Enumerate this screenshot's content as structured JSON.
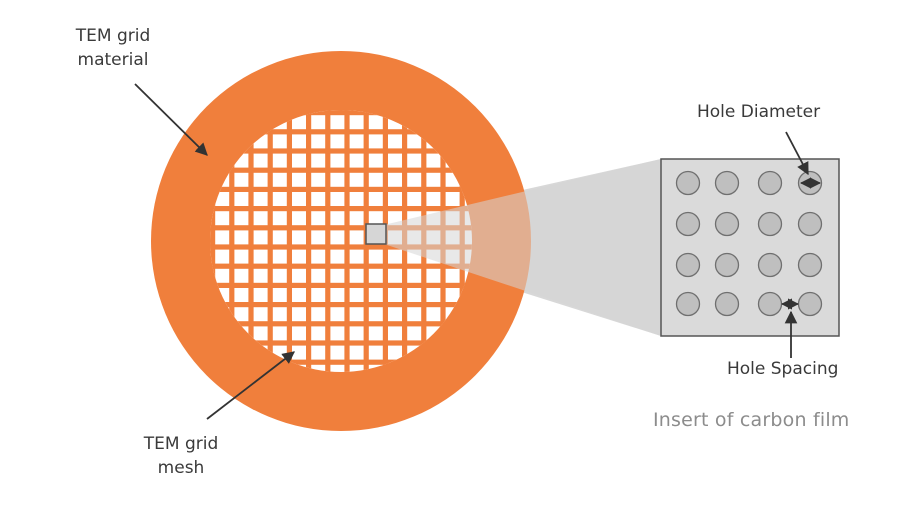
{
  "labels": {
    "grid_material": "TEM grid material",
    "grid_material_line1": "TEM grid",
    "grid_material_line2": "material",
    "grid_mesh_line1": "TEM grid",
    "grid_mesh_line2": "mesh",
    "hole_diameter": "Hole Diameter",
    "hole_spacing": "Hole Spacing",
    "insert_caption": "Insert of carbon film"
  },
  "colors": {
    "background": "#ffffff",
    "grid_ring": "#f07f3c",
    "grid_mesh": "#f07f3c",
    "mesh_windows": "#ffffff",
    "zoom_cone": "#d6d6d6",
    "insert_fill": "#d9d9d9",
    "insert_border": "#555555",
    "holes_fill": "#bfbfbf",
    "holes_border": "#6f6f6f",
    "arrows": "#333333",
    "text": "#3a3a3a",
    "caption_text": "#8c8c8c"
  },
  "insert": {
    "hole_rows": 4,
    "hole_cols": 4
  }
}
